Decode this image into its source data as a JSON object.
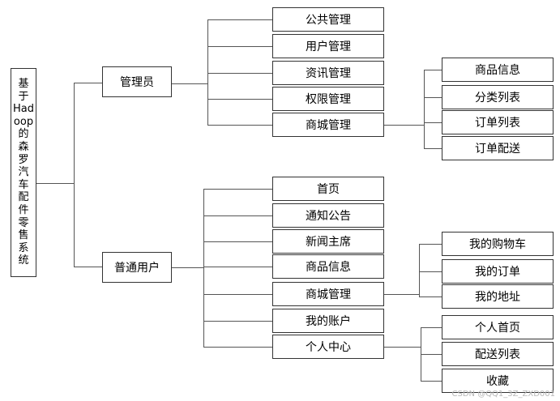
{
  "root": {
    "chars": [
      "基",
      "于",
      "Had",
      "oop",
      "的",
      "森",
      "罗",
      "汽",
      "车",
      "配",
      "件",
      "零",
      "售",
      "系",
      "统"
    ]
  },
  "admin": {
    "label": "管理员",
    "items": [
      "公共管理",
      "用户管理",
      "资讯管理",
      "权限管理",
      "商城管理"
    ],
    "mall_items": [
      "商品信息",
      "分类列表",
      "订单列表",
      "订单配送"
    ]
  },
  "user": {
    "label": "普通用户",
    "items": [
      "首页",
      "通知公告",
      "新闻主席",
      "商品信息",
      "商城管理",
      "我的账户",
      "个人中心"
    ],
    "mall_items": [
      "我的购物车",
      "我的订单",
      "我的地址"
    ],
    "center_items": [
      "个人首页",
      "配送列表",
      "收藏"
    ]
  },
  "watermark": "CSDN @QQ1_3Z_ZXD001"
}
